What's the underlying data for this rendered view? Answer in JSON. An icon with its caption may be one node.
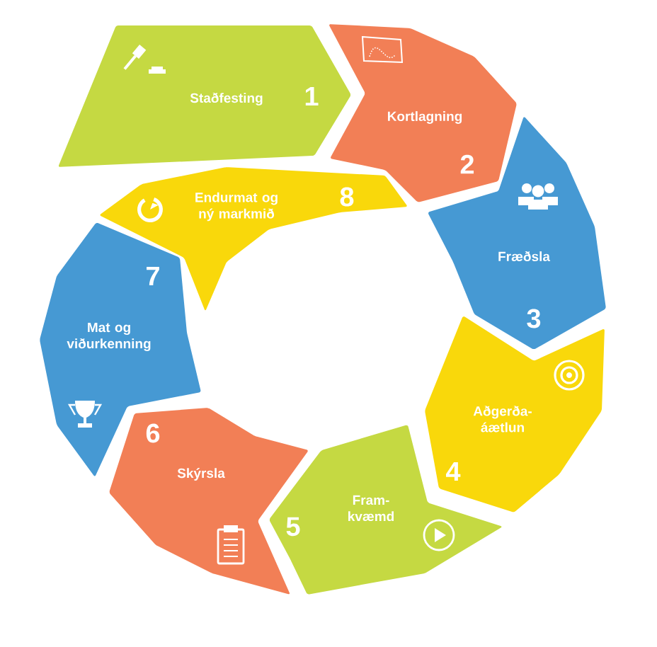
{
  "diagram": {
    "nodes": [
      {
        "text": [
          "Staðfesting",
          "1"
        ]
      },
      {
        "text": [
          "Kortlagning",
          "2"
        ]
      },
      {
        "text": [
          "Fræðsla",
          "3"
        ]
      },
      {
        "text": [
          "Aðgerða- áætlun",
          "4"
        ]
      },
      {
        "text": [
          "Fram- kvæmd",
          "5"
        ]
      },
      {
        "text": [
          "6",
          "Skýrsla"
        ]
      },
      {
        "text": [
          "7",
          "Mat og viðurkenning"
        ]
      },
      {
        "text": [
          "Endurmat og ný markmið",
          "8"
        ]
      }
    ]
  }
}
